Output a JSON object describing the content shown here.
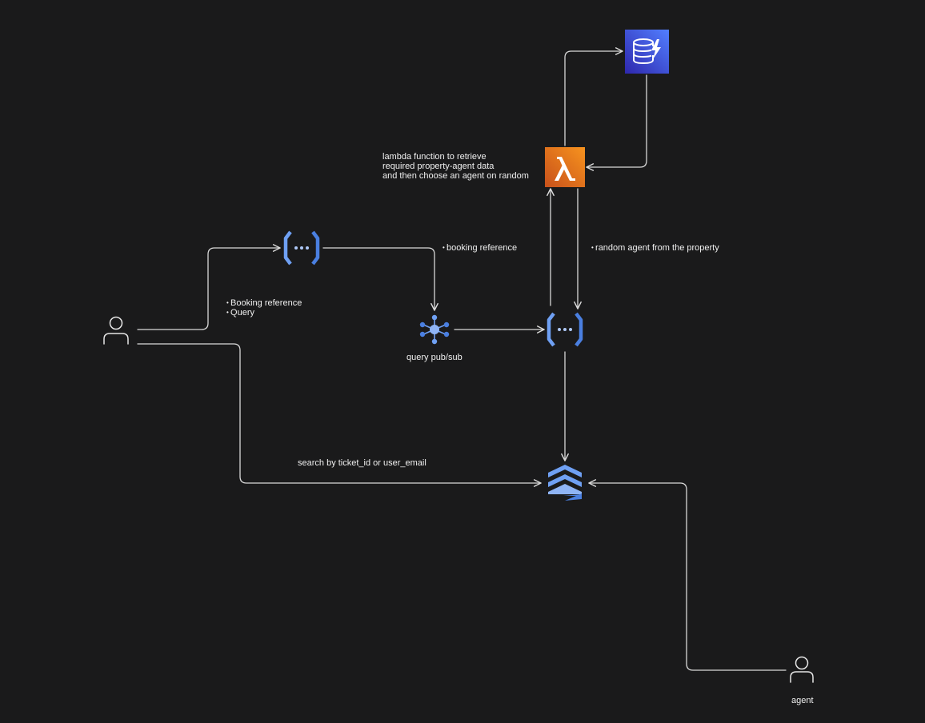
{
  "labels": {
    "lambda_note": [
      "lambda function to retrieve",
      "required property-agent data",
      "and then choose an agent on random"
    ],
    "booking_reference_edge": "booking reference",
    "random_agent_edge": "random agent from the property",
    "user_payload": [
      "Booking reference",
      "Query"
    ],
    "pubsub_label": "query pub/sub",
    "search_edge": "search by ticket_id or user_email",
    "agent_label": "agent"
  },
  "nodes": {
    "user_icon": "user-icon",
    "api_gateway_top": "cloud-functions-icon",
    "pubsub": "pubsub-icon",
    "api_gateway_mid": "cloud-functions-icon",
    "lambda": "aws-lambda-icon",
    "dynamodb": "aws-dynamodb-icon",
    "search_store": "firestore-icon",
    "agent_icon": "user-icon"
  },
  "colors": {
    "background": "#1a1a1b",
    "edge": "#d9d9d9",
    "gcp_blue": "#6fa0f3",
    "gcp_blue_dark": "#4a7fe0",
    "lambda_orange": "#ed7a18",
    "dynamodb_blue": "#3b48cc"
  }
}
